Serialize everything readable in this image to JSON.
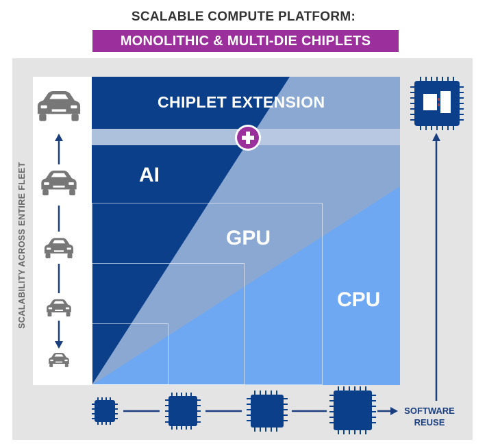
{
  "title": "SCALABLE COMPUTE PLATFORM:",
  "subtitle": "MONOLITHIC & MULTI-DIE CHIPLETS",
  "yaxis_label": "SCALABILITY ACROSS ENTIRE FLEET",
  "regions": {
    "chiplet_extension": "CHIPLET EXTENSION",
    "ai": "AI",
    "gpu": "GPU",
    "cpu": "CPU"
  },
  "software_reuse": [
    "SOFTWARE",
    "REUSE"
  ],
  "icons": {
    "car": "car-icon",
    "chip": "chip-icon",
    "plus": "plus-icon",
    "multi_die_chip": "multi-die-chip-icon"
  },
  "colors": {
    "dark_blue": "#0b3f8a",
    "mid_blue": "#8aa8d2",
    "light_blue": "#6fa8f2",
    "band": "#bccbe3",
    "accent_purple": "#9b2f9c",
    "chip_blue": "#0b3f8a",
    "panel_gray": "#e4e4e4"
  }
}
